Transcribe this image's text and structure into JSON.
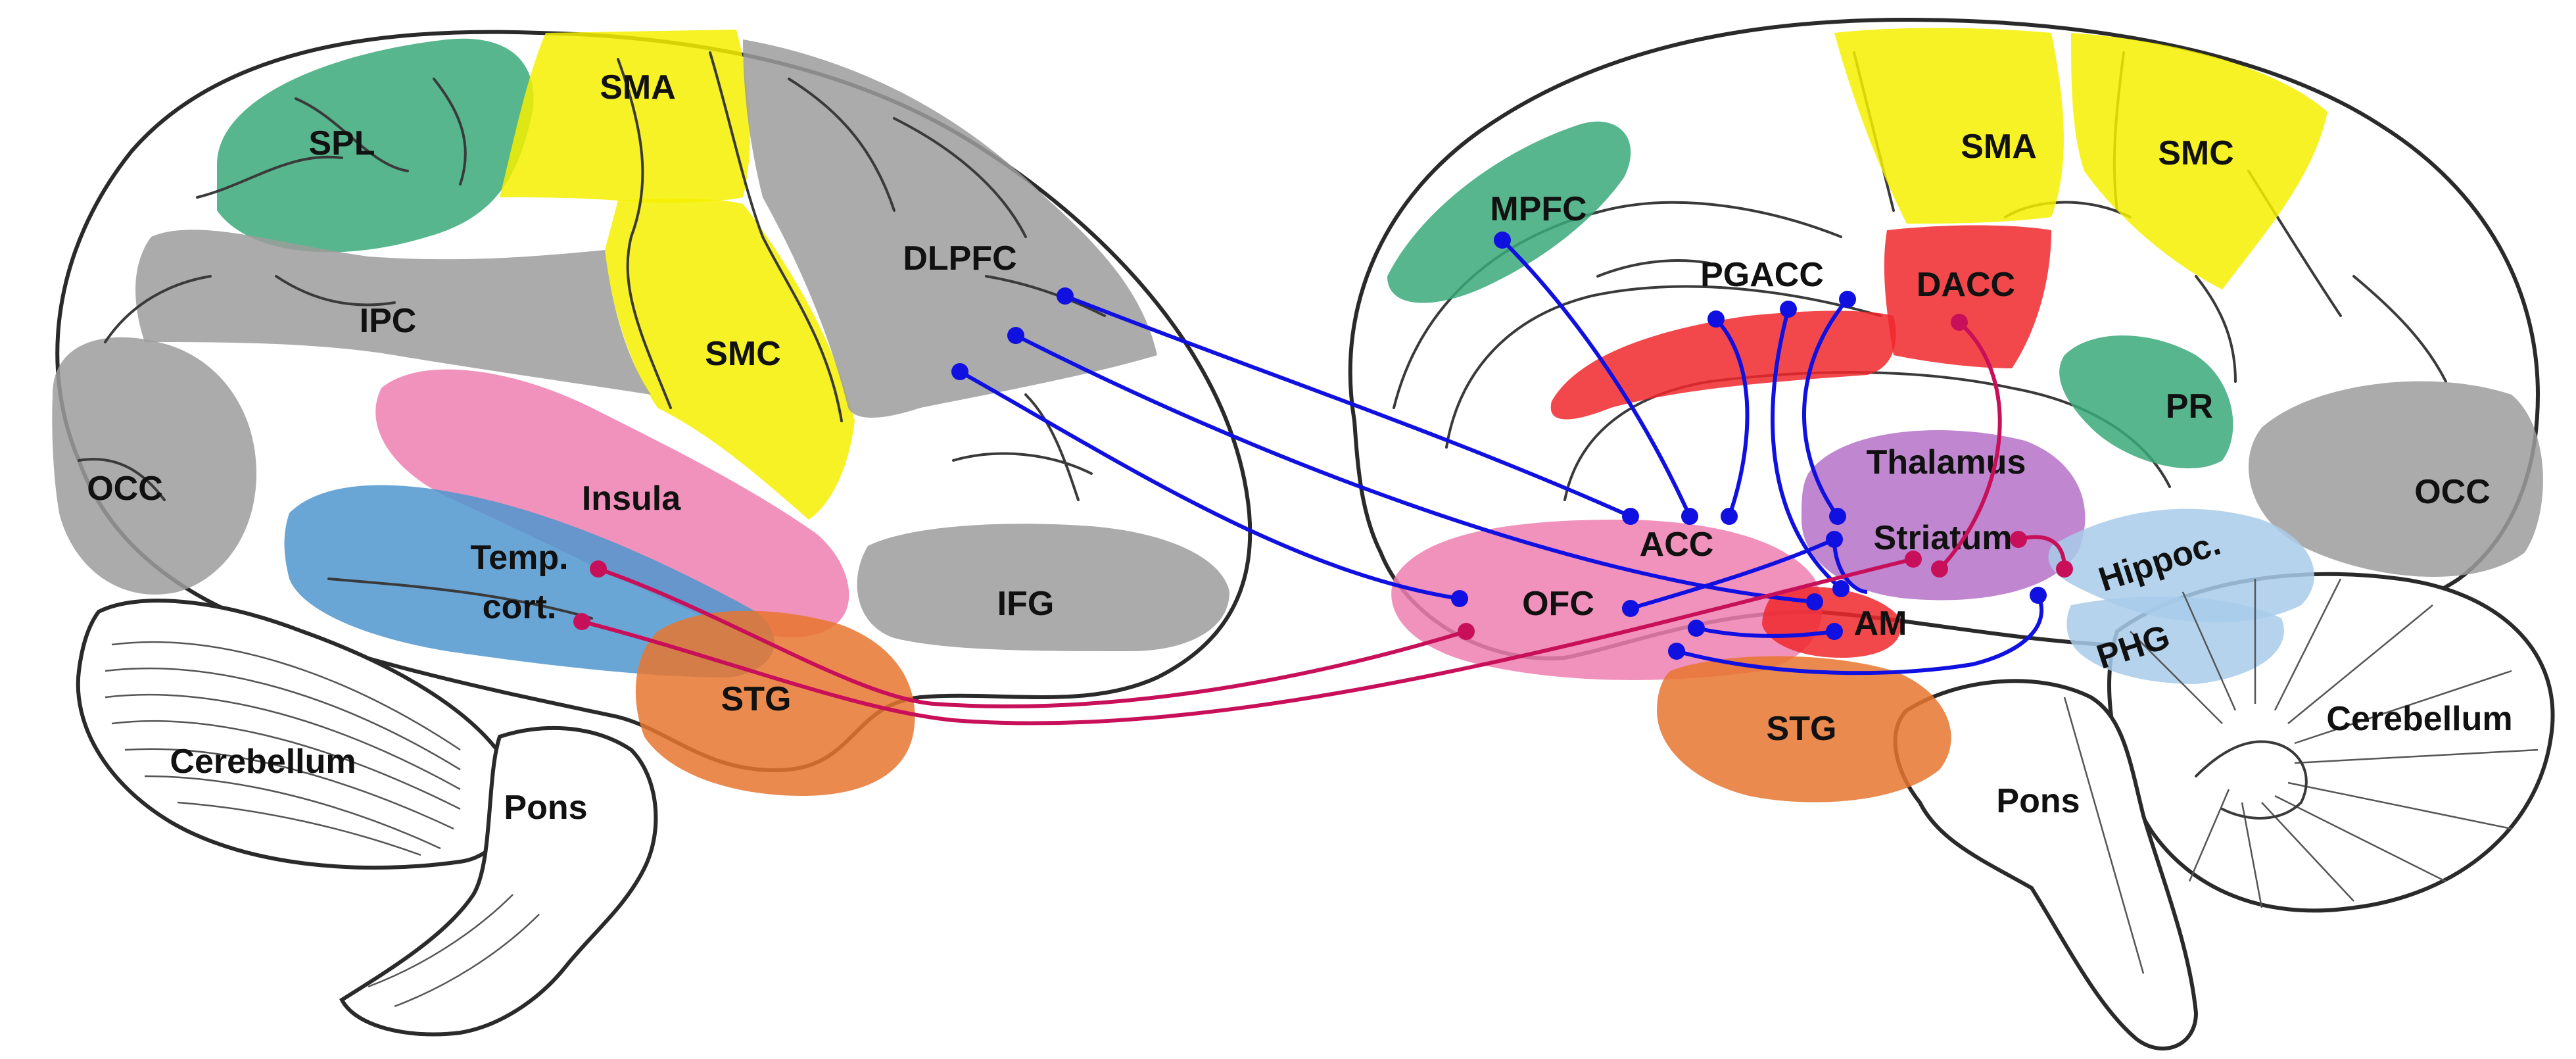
{
  "colors": {
    "green": "#3aa97a",
    "yellow": "#f5f000",
    "gray": "#9c9c9c",
    "pink": "#ef7fb0",
    "blue": "#4f96cf",
    "orange": "#e8752f",
    "red": "#f0282d",
    "purple": "#b572c8",
    "light_blue": "#a8cbea",
    "connection_blue": "#1010e0",
    "connection_magenta": "#c8105a"
  },
  "lateral_view": {
    "labels": {
      "spl": "SPL",
      "sma": "SMA",
      "ipc": "IPC",
      "smc": "SMC",
      "dlpfc": "DLPFC",
      "occ": "OCC",
      "insula": "Insula",
      "temp_cort_1": "Temp.",
      "temp_cort_2": "cort.",
      "ifg": "IFG",
      "stg": "STG",
      "cerebellum": "Cerebellum",
      "pons": "Pons"
    }
  },
  "medial_view": {
    "labels": {
      "mpfc": "MPFC",
      "sma": "SMA",
      "smc": "SMC",
      "pgacc": "PGACC",
      "dacc": "DACC",
      "pr": "PR",
      "thalamus": "Thalamus",
      "occ": "OCC",
      "acc": "ACC",
      "striatum": "Striatum",
      "hippoc": "Hippoc.",
      "ofc": "OFC",
      "am": "AM",
      "phg": "PHG",
      "stg": "STG",
      "cerebellum": "Cerebellum",
      "pons": "Pons"
    }
  }
}
